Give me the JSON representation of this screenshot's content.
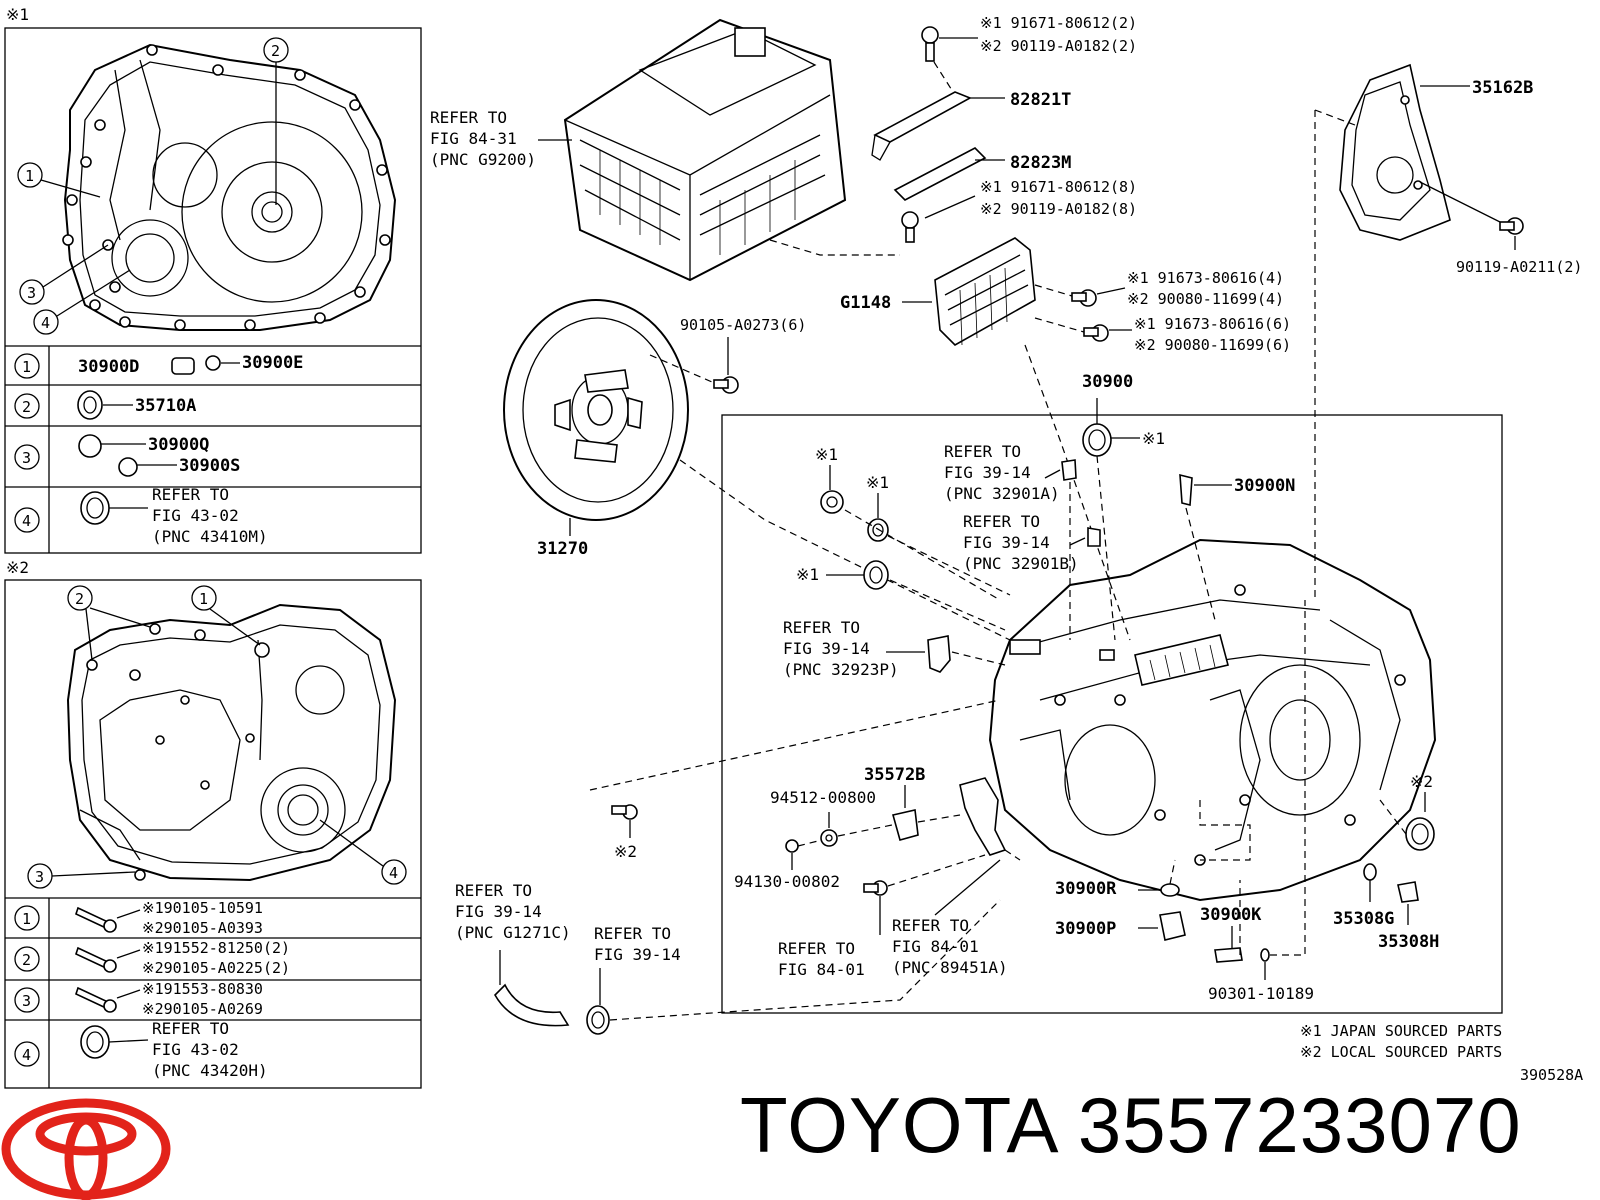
{
  "brand_text": "TOYOTA 3557233070",
  "diagram_code": "390528A",
  "footnotes": [
    "※1 JAPAN SOURCED PARTS",
    "※2 LOCAL SOURCED PARTS"
  ],
  "marks": {
    "japan": "※1",
    "local": "※2"
  },
  "panel1": {
    "tag": "※1",
    "callouts": [
      "1",
      "2",
      "3",
      "4"
    ],
    "rows": [
      {
        "num": "1",
        "parts": [
          "30900D",
          "30900E"
        ]
      },
      {
        "num": "2",
        "parts": [
          "35710A"
        ]
      },
      {
        "num": "3",
        "parts": [
          "30900Q",
          "30900S"
        ]
      },
      {
        "num": "4",
        "refer": [
          "REFER TO",
          "FIG 43-02",
          "(PNC 43410M)"
        ]
      }
    ]
  },
  "panel2": {
    "tag": "※2",
    "callouts": [
      "2",
      "1",
      "3",
      "4"
    ],
    "rows": [
      {
        "num": "1",
        "parts": [
          "※190105-10591",
          "※290105-A0393"
        ]
      },
      {
        "num": "2",
        "parts": [
          "※191552-81250(2)",
          "※290105-A0225(2)"
        ]
      },
      {
        "num": "3",
        "parts": [
          "※191553-80830",
          "※290105-A0269"
        ]
      },
      {
        "num": "4",
        "refer": [
          "REFER TO",
          "FIG 43-02",
          "(PNC 43420H)"
        ]
      }
    ]
  },
  "labels": {
    "refer_g9200": [
      "REFER TO",
      "FIG 84-31",
      "(PNC G9200)"
    ],
    "bolt_82821": [
      "※1 91671-80612(2)",
      "※2 90119-A0182(2)"
    ],
    "p82821T": "82821T",
    "p82823M": "82823M",
    "bolt_82823": [
      "※1 91671-80612(8)",
      "※2 90119-A0182(8)"
    ],
    "p35162B": "35162B",
    "p90119": "90119-A0211(2)",
    "pG1148": "G1148",
    "bolt_g1148_a": [
      "※1 91673-80616(4)",
      "※2 90080-11699(4)"
    ],
    "bolt_g1148_b": [
      "※1 91673-80616(6)",
      "※2 90080-11699(6)"
    ],
    "p90105": "90105-A0273(6)",
    "p30900": "30900",
    "p31270": "31270",
    "refer_32901A": [
      "REFER TO",
      "FIG 39-14",
      "(PNC 32901A)"
    ],
    "refer_32901B": [
      "REFER TO",
      "FIG 39-14",
      "(PNC 32901B)"
    ],
    "p30900N": "30900N",
    "refer_32923P": [
      "REFER TO",
      "FIG 39-14",
      "(PNC 32923P)"
    ],
    "p35572B": "35572B",
    "p94512": "94512-00800",
    "p94130": "94130-00802",
    "p30900R": "30900R",
    "p30900P": "30900P",
    "p30900K": "30900K",
    "p35308G": "35308G",
    "p35308H": "35308H",
    "p90301": "90301-10189",
    "refer_84_01": [
      "REFER TO",
      "FIG 84-01"
    ],
    "refer_89451A": [
      "REFER TO",
      "FIG 84-01",
      "(PNC 89451A)"
    ],
    "refer_G1271C": [
      "REFER TO",
      "FIG 39-14",
      "(PNC G1271C)"
    ],
    "refer_39_14": [
      "REFER TO",
      "FIG 39-14"
    ]
  },
  "colors": {
    "logo_red": "#e2231a",
    "line": "#000000"
  },
  "icons": [
    "toyota-logo-icon"
  ]
}
